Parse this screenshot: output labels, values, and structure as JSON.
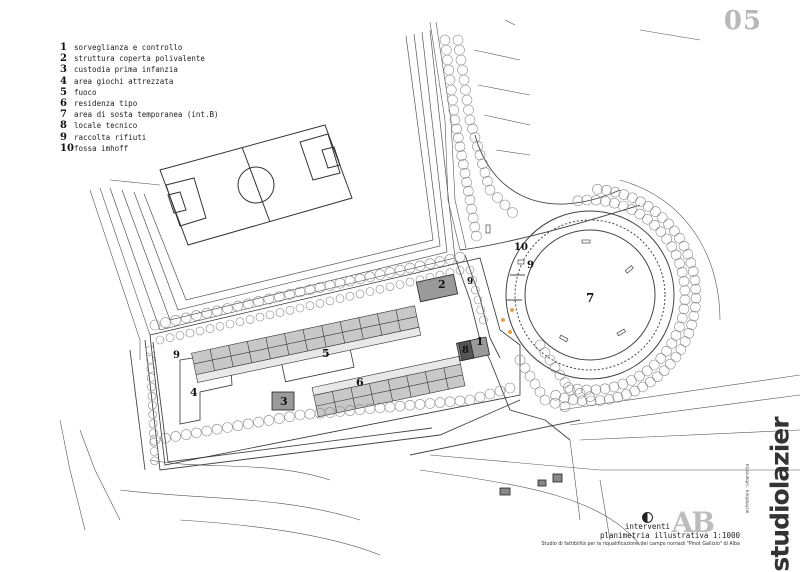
{
  "sheet_number": "05",
  "legend": [
    {
      "num": "1",
      "text": "sorveglianza e controllo"
    },
    {
      "num": "2",
      "text": "struttura coperta polivalente"
    },
    {
      "num": "3",
      "text": "custodia prima infanzia"
    },
    {
      "num": "4",
      "text": "area giochi attrezzata"
    },
    {
      "num": "5",
      "text": "fuoco"
    },
    {
      "num": "6",
      "text": "residenza tipo"
    },
    {
      "num": "7",
      "text": "area di sosta temporanea (int.B)"
    },
    {
      "num": "8",
      "text": "locale tecnico"
    },
    {
      "num": "9",
      "text": "raccolta rifiuti"
    },
    {
      "num": "10",
      "text": "fossa imhoff"
    }
  ],
  "map_labels": {
    "l1": "1",
    "l2": "2",
    "l3": "3",
    "l4": "4",
    "l5": "5",
    "l6": "6",
    "l7": "7",
    "l8": "8",
    "l9a": "9",
    "l9b": "9",
    "l9c": "9",
    "l10": "10"
  },
  "title_block": {
    "line1": "interventi",
    "code": "AB",
    "line2": "planimetria illustrativa 1:1000",
    "line3": "Studio di fattibilità per la riqualificazione del campo nomadi \"Pinot Gallizio\" di Alba"
  },
  "brand": {
    "name": "studiolazier",
    "subtitle": "architettura · urbanistica"
  },
  "colors": {
    "line": "#4a4a4a",
    "tree": "#8a8a8a",
    "building_fill": "#9a9a9a",
    "shed_fill": "#c8c8c8",
    "marker": "#f0a040",
    "sheet_number": "#b8b8b8"
  }
}
